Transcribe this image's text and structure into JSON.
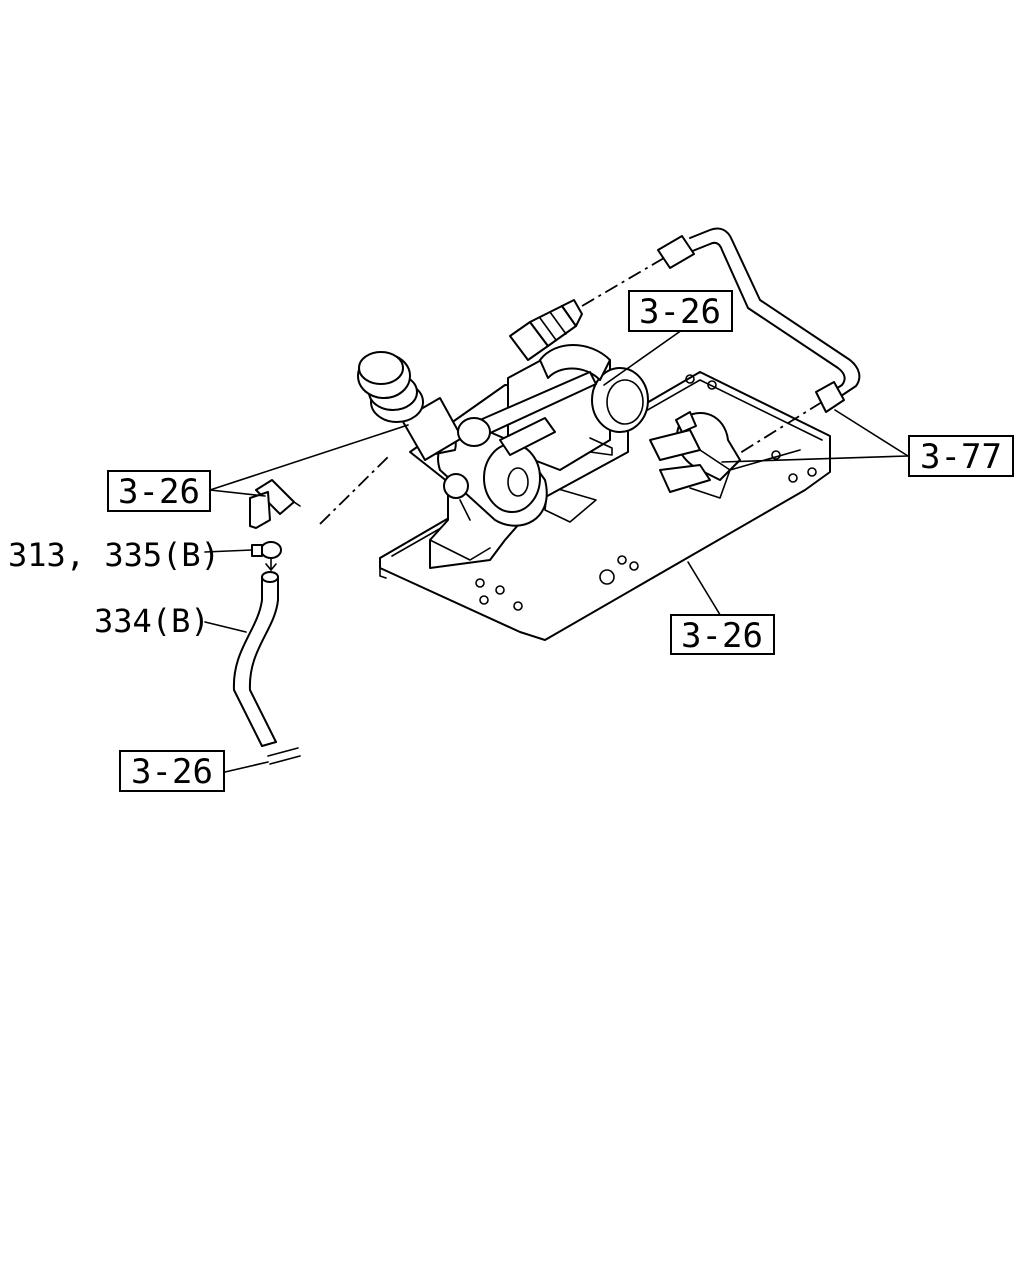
{
  "references": {
    "ref_top": "3-26",
    "ref_left": "3-26",
    "ref_plate": "3-26",
    "ref_bottom": "3-26",
    "ref_right": "3-77"
  },
  "parts": {
    "clamp_label": "313, 335(B)",
    "hose_label": "334(B)"
  }
}
